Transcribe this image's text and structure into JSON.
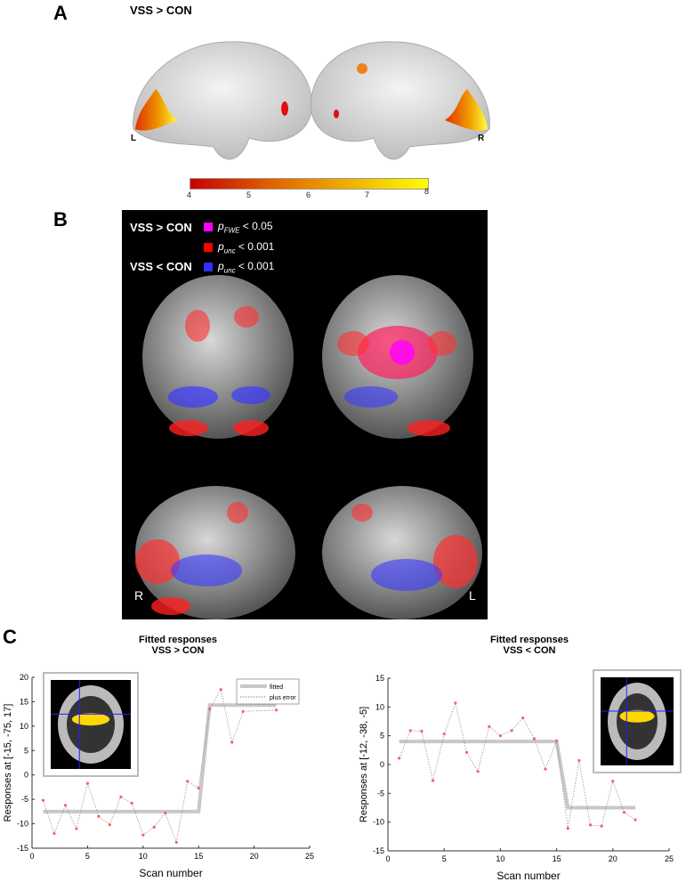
{
  "panel_a": {
    "label": "A",
    "title": "VSS > CON",
    "left_hemi": "L",
    "right_hemi": "R",
    "colorbar": {
      "ticks": [
        "4",
        "5",
        "6",
        "7",
        "8"
      ],
      "min_color": "#c80000",
      "max_color": "#ffff00"
    }
  },
  "panel_b": {
    "label": "B",
    "legend": {
      "group1": "VSS > CON",
      "group2": "VSS < CON",
      "items": [
        {
          "p": "p",
          "sub": "FWE",
          "thr": " < 0.05",
          "color": "#ff00ff"
        },
        {
          "p": "p",
          "sub": "unc",
          "thr": " < 0.001",
          "color": "#ff0000"
        },
        {
          "p": "p",
          "sub": "unc",
          "thr": " < 0.001",
          "color": "#3030ff"
        }
      ]
    },
    "side_left": "R",
    "side_right": "L"
  },
  "panel_c": {
    "label": "C"
  },
  "chart_data": [
    {
      "type": "line",
      "title": "Fitted responses",
      "subtitle": "VSS > CON",
      "xlabel": "Scan number",
      "ylabel": "Responses at [-15, -75, 17]",
      "xlim": [
        0,
        25
      ],
      "ylim": [
        -15,
        20
      ],
      "xticks": [
        "0",
        "5",
        "10",
        "15",
        "20",
        "25"
      ],
      "yticks": [
        "-15",
        "-10",
        "-5",
        "0",
        "5",
        "10",
        "15",
        "20"
      ],
      "legend": [
        "fitted",
        "plus error"
      ],
      "legend_position": "top-right",
      "series": [
        {
          "name": "fitted",
          "x": [
            1,
            15,
            16,
            22
          ],
          "y": [
            -7.5,
            -7.5,
            14.3,
            14.3
          ],
          "color": "#c8c8c8"
        },
        {
          "name": "plus error",
          "x": [
            1,
            2,
            3,
            4,
            5,
            6,
            7,
            8,
            9,
            10,
            11,
            12,
            13,
            14,
            15,
            16,
            17,
            18,
            19,
            22
          ],
          "y": [
            -5.2,
            -12,
            -6.2,
            -11,
            -1.7,
            -8.5,
            -10.2,
            -4.5,
            -5.8,
            -12.3,
            -10.7,
            -7.8,
            -13.8,
            -1.3,
            -2.7,
            13.5,
            17.5,
            6.7,
            13,
            13.3
          ],
          "color": "#ff6060"
        }
      ]
    },
    {
      "type": "line",
      "title": "Fitted responses",
      "subtitle": "VSS < CON",
      "xlabel": "Scan number",
      "ylabel": "Responses at [-12, -38, -5]",
      "xlim": [
        0,
        25
      ],
      "ylim": [
        -15,
        15
      ],
      "xticks": [
        "0",
        "5",
        "10",
        "15",
        "20",
        "25"
      ],
      "yticks": [
        "-15",
        "-10",
        "-5",
        "0",
        "5",
        "10",
        "15"
      ],
      "series": [
        {
          "name": "fitted",
          "x": [
            1,
            15,
            16,
            22
          ],
          "y": [
            4,
            4,
            -7.5,
            -7.5
          ],
          "color": "#c8c8c8"
        },
        {
          "name": "plus error",
          "x": [
            1,
            2,
            3,
            4,
            5,
            6,
            7,
            8,
            9,
            10,
            11,
            12,
            13,
            14,
            15,
            16,
            17,
            18,
            19,
            20,
            21,
            22
          ],
          "y": [
            1.1,
            5.9,
            5.8,
            -2.8,
            5.3,
            10.7,
            2.1,
            -1.2,
            6.6,
            5,
            5.9,
            8.1,
            4.5,
            -0.8,
            4.1,
            -11.1,
            0.7,
            -10.5,
            -10.7,
            -2.9,
            -8.3,
            -9.6
          ],
          "color": "#ff6060"
        }
      ]
    }
  ]
}
